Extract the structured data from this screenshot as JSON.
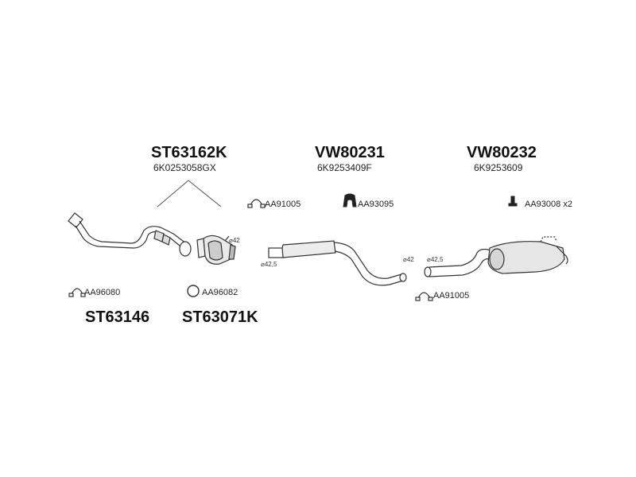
{
  "groups": [
    {
      "code": "ST63162K",
      "oem": "6K0253058GX"
    },
    {
      "code": "VW80231",
      "oem": "6K9253409F"
    },
    {
      "code": "VW80232",
      "oem": "6K9253609"
    }
  ],
  "bottom_codes": [
    "ST63146",
    "ST63071K"
  ],
  "accessories": {
    "clamp_front": "AA96080",
    "ring_gasket": "AA96082",
    "clamp_mid": "AA91005",
    "rubber_mount": "AA93095",
    "hanger": "AA93008 x2",
    "clamp_rear": "AA91005"
  },
  "diameters": {
    "cat_out": "⌀42",
    "mid_in": "⌀42,5",
    "mid_out": "⌀42",
    "rear_in": "⌀42,5"
  }
}
